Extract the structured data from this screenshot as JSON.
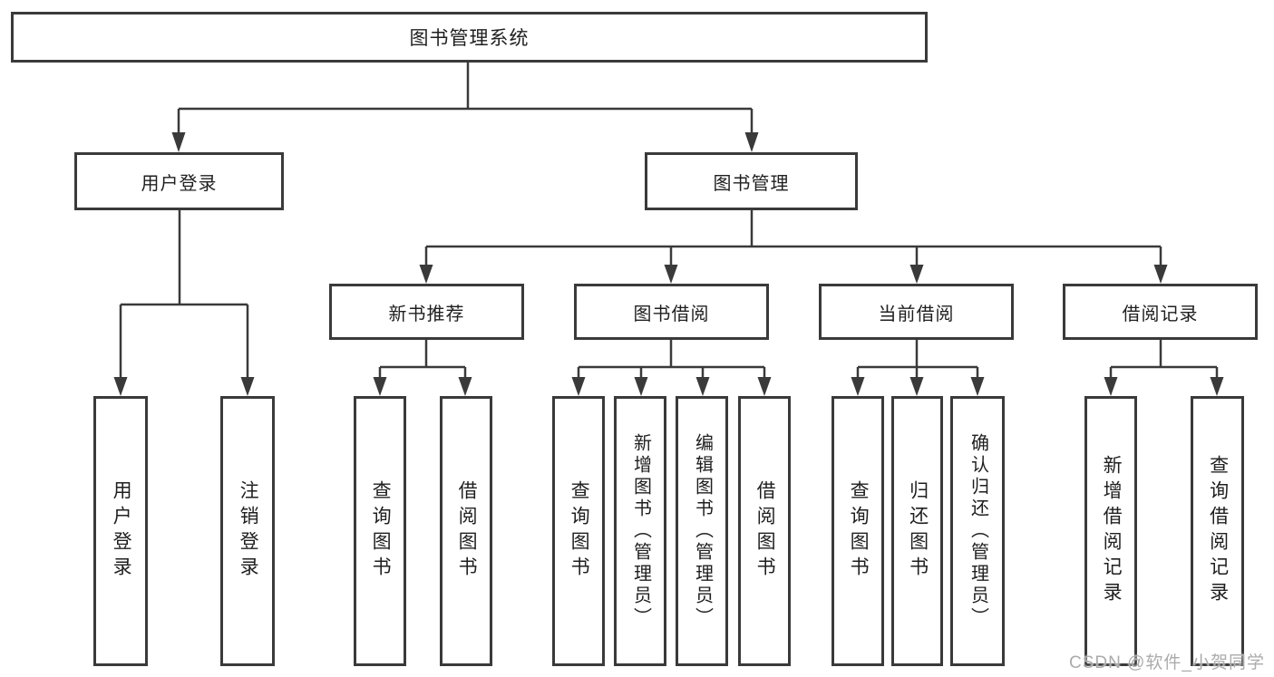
{
  "diagram": {
    "title": "图书管理系统",
    "watermark": "CSDN @软件_小贺同学",
    "colors": {
      "background": "#ffffff",
      "line": "#3a3a3a",
      "box_border": "#3a3a3a",
      "text": "#1f1f1f",
      "watermark_text": "#ababab"
    },
    "tree": {
      "root": {
        "label": "图书管理系统"
      },
      "level2": [
        {
          "label": "用户登录"
        },
        {
          "label": "图书管理"
        }
      ],
      "level3": [
        {
          "label": "新书推荐",
          "parent": "图书管理"
        },
        {
          "label": "图书借阅",
          "parent": "图书管理"
        },
        {
          "label": "当前借阅",
          "parent": "图书管理"
        },
        {
          "label": "借阅记录",
          "parent": "图书管理"
        }
      ],
      "leaves": [
        {
          "label": "用户登录",
          "parent": "用户登录"
        },
        {
          "label": "注销登录",
          "parent": "用户登录"
        },
        {
          "label": "查询图书",
          "parent": "新书推荐"
        },
        {
          "label": "借阅图书",
          "parent": "新书推荐"
        },
        {
          "label": "查询图书",
          "parent": "图书借阅"
        },
        {
          "label": "新增图书（管理员）",
          "parent": "图书借阅"
        },
        {
          "label": "编辑图书（管理员）",
          "parent": "图书借阅"
        },
        {
          "label": "借阅图书",
          "parent": "图书借阅"
        },
        {
          "label": "查询图书",
          "parent": "当前借阅"
        },
        {
          "label": "归还图书",
          "parent": "当前借阅"
        },
        {
          "label": "确认归还（管理员）",
          "parent": "当前借阅"
        },
        {
          "label": "新增借阅记录",
          "parent": "借阅记录"
        },
        {
          "label": "查询借阅记录",
          "parent": "借阅记录"
        }
      ]
    }
  }
}
